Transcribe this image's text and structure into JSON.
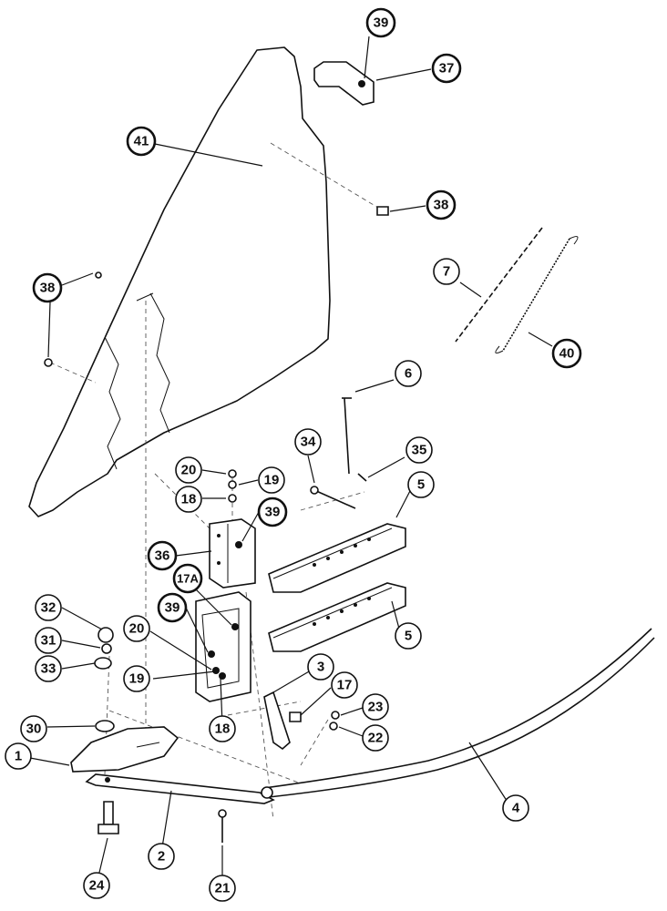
{
  "callouts": [
    {
      "id": "c39a",
      "label": "39",
      "bold": true
    },
    {
      "id": "c37",
      "label": "37",
      "bold": true
    },
    {
      "id": "c41",
      "label": "41",
      "bold": true
    },
    {
      "id": "c38a",
      "label": "38",
      "bold": true
    },
    {
      "id": "c38b",
      "label": "38",
      "bold": true
    },
    {
      "id": "c7",
      "label": "7",
      "bold": false
    },
    {
      "id": "c40",
      "label": "40",
      "bold": true
    },
    {
      "id": "c6",
      "label": "6",
      "bold": false
    },
    {
      "id": "c34",
      "label": "34",
      "bold": false
    },
    {
      "id": "c35",
      "label": "35",
      "bold": false
    },
    {
      "id": "c20a",
      "label": "20",
      "bold": false
    },
    {
      "id": "c19a",
      "label": "19",
      "bold": false
    },
    {
      "id": "c18a",
      "label": "18",
      "bold": false
    },
    {
      "id": "c39b",
      "label": "39",
      "bold": true
    },
    {
      "id": "c5a",
      "label": "5",
      "bold": false
    },
    {
      "id": "c36",
      "label": "36",
      "bold": true
    },
    {
      "id": "c17a",
      "label": "17A",
      "bold": true
    },
    {
      "id": "c5b",
      "label": "5",
      "bold": false
    },
    {
      "id": "c32",
      "label": "32",
      "bold": false
    },
    {
      "id": "c39c",
      "label": "39",
      "bold": true
    },
    {
      "id": "c31",
      "label": "31",
      "bold": false
    },
    {
      "id": "c20b",
      "label": "20",
      "bold": false
    },
    {
      "id": "c33",
      "label": "33",
      "bold": false
    },
    {
      "id": "c3",
      "label": "3",
      "bold": false
    },
    {
      "id": "c17",
      "label": "17",
      "bold": false
    },
    {
      "id": "c19b",
      "label": "19",
      "bold": false
    },
    {
      "id": "c23",
      "label": "23",
      "bold": false
    },
    {
      "id": "c18b",
      "label": "18",
      "bold": false
    },
    {
      "id": "c22",
      "label": "22",
      "bold": false
    },
    {
      "id": "c30",
      "label": "30",
      "bold": false
    },
    {
      "id": "c1",
      "label": "1",
      "bold": false
    },
    {
      "id": "c4",
      "label": "4",
      "bold": false
    },
    {
      "id": "c2",
      "label": "2",
      "bold": false
    },
    {
      "id": "c24",
      "label": "24",
      "bold": false
    },
    {
      "id": "c21",
      "label": "21",
      "bold": false
    }
  ]
}
